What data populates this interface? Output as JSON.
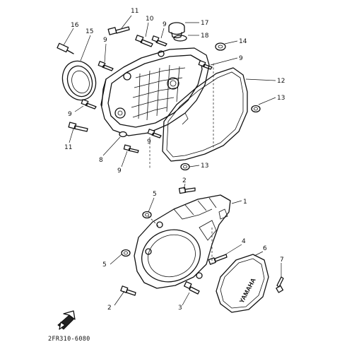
{
  "diagram_code": "2FR310-6080",
  "brand_lettering": "YAMAHA",
  "callouts": {
    "c1": "1",
    "c2a": "2",
    "c2b": "2",
    "c3": "3",
    "c4": "4",
    "c5a": "5",
    "c5b": "5",
    "c6": "6",
    "c7": "7",
    "c8": "8",
    "c9a": "9",
    "c9b": "9",
    "c9c": "9",
    "c9d": "9",
    "c9e": "9",
    "c9f": "9",
    "c10": "10",
    "c11a": "11",
    "c11b": "11",
    "c12": "12",
    "c13a": "13",
    "c13b": "13",
    "c14": "14",
    "c15": "15",
    "c16": "16",
    "c17": "17",
    "c18": "18"
  },
  "colors": {
    "ink": "#111111",
    "paper": "#ffffff"
  },
  "icons": {
    "front_arrow": "front-direction-icon"
  }
}
